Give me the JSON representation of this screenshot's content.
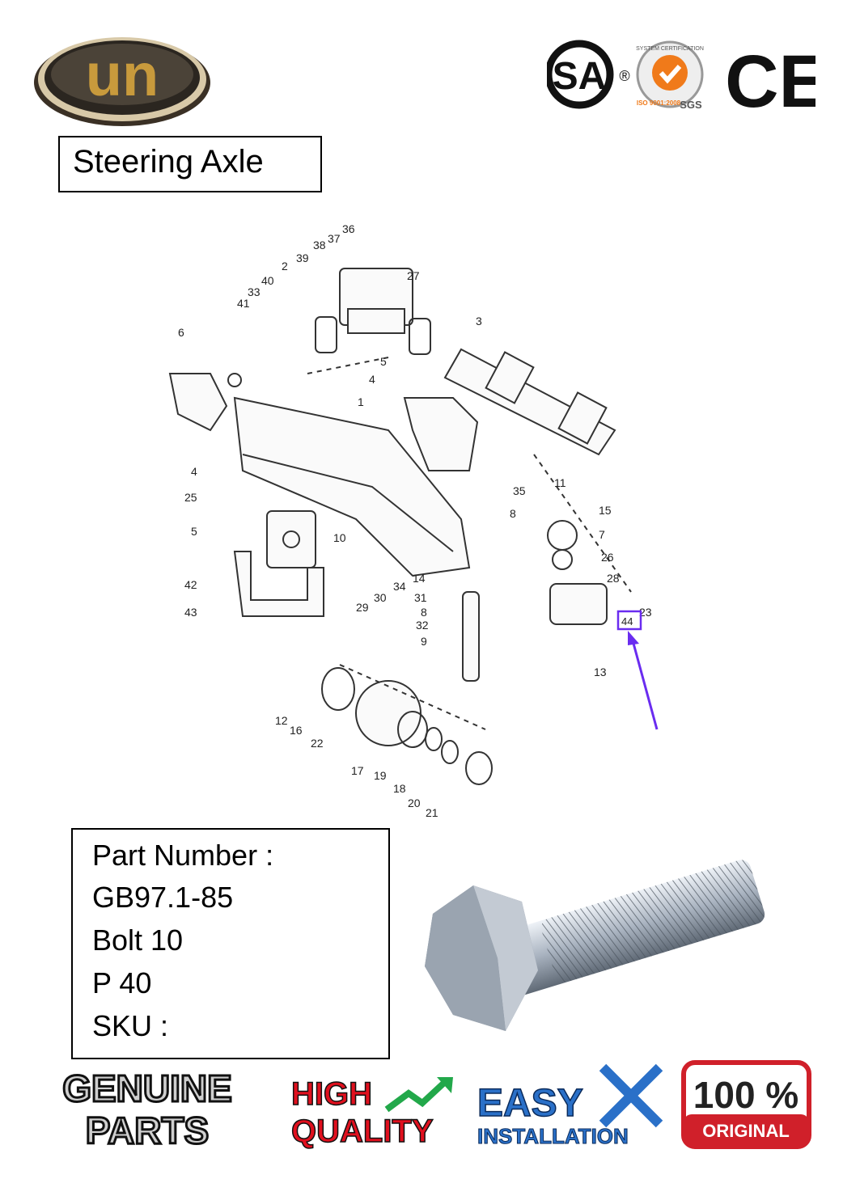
{
  "brand": {
    "logo_text": "un"
  },
  "certifications": [
    {
      "name": "csa-mark",
      "text": "SA",
      "registered": "®"
    },
    {
      "name": "sgs-iso-mark",
      "text_top": "SYSTEM CERTIFICATION",
      "text_bottom": "ISO 9001:2008",
      "sgs": "SGS"
    },
    {
      "name": "ce-mark",
      "text": "CE"
    }
  ],
  "title": "Steering Axle",
  "diagram": {
    "callouts": [
      "36",
      "37",
      "38",
      "39",
      "2",
      "27",
      "40",
      "33",
      "41",
      "3",
      "6",
      "5",
      "4",
      "1",
      "11",
      "35",
      "8",
      "25",
      "15",
      "7",
      "26",
      "10",
      "14",
      "34",
      "28",
      "23",
      "44",
      "42",
      "5",
      "29",
      "30",
      "31",
      "8",
      "32",
      "9",
      "43",
      "13",
      "12",
      "16",
      "22",
      "17",
      "19",
      "18",
      "20",
      "21",
      "4"
    ],
    "highlighted_callout": "44"
  },
  "part_info": {
    "part_number_label": "Part Number :",
    "part_number": "GB97.1-85",
    "description": "Bolt 10",
    "position": "P 40",
    "sku_label": "SKU :"
  },
  "badges": {
    "genuine_line1": "GENUINE",
    "genuine_line2": "PARTS",
    "quality_line1": "HIGH",
    "quality_line2": "QUALITY",
    "easy_line1": "EASY",
    "easy_line2": "INSTALLATION",
    "original_top": "100 %",
    "original_bottom": "ORIGINAL"
  },
  "colors": {
    "logo_gold": "#c89a3c",
    "highlight": "#6a2cf0",
    "quality_red": "#e0101e",
    "quality_green": "#22a84a",
    "easy_blue": "#2a70c8",
    "original_red": "#d0202a",
    "sgs_orange": "#f07a1a"
  }
}
